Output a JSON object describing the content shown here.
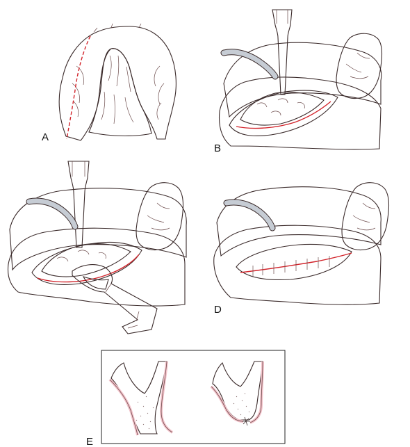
{
  "figure": {
    "panels": [
      {
        "id": "A",
        "label": "A"
      },
      {
        "id": "B",
        "label": "B"
      },
      {
        "id": "C",
        "label": ""
      },
      {
        "id": "D",
        "label": "D"
      },
      {
        "id": "E",
        "label": "E"
      }
    ]
  },
  "colors": {
    "mucosa_pink": "#f4c3cb",
    "mucosa_dark": "#c98a8e",
    "bone_yellow": "#ece3a0",
    "finger_blue": "#b5dfe8",
    "instrument_gray": "#a9b3bf",
    "incision_red": "#d2232a",
    "outline": "#3a2a2a"
  },
  "icons": [
    "palate-illustration",
    "surgical-retractor-icon",
    "finger-icon",
    "rongeur-forceps-icon",
    "bone-cross-section-icon"
  ]
}
